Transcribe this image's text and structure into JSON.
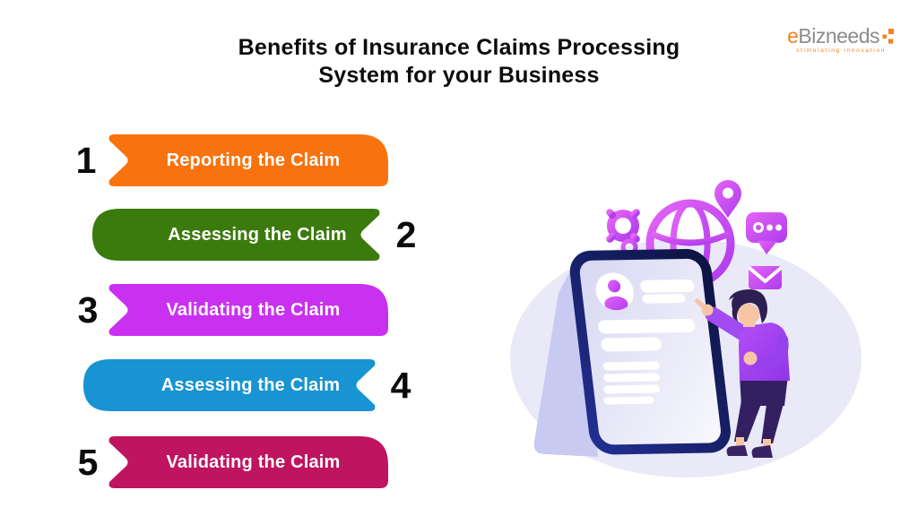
{
  "header": {
    "title_line1": "Benefits of Insurance Claims Processing",
    "title_line2": "System for your Business"
  },
  "logo": {
    "brand_prefix": "e",
    "brand_rest": "Bizneeds",
    "tagline": "stimulating innovation",
    "accent_color": "#f58220",
    "text_color": "#8a8c8e"
  },
  "steps": [
    {
      "number": "1",
      "label": "Reporting the Claim",
      "color": "#F8730F",
      "side": "left"
    },
    {
      "number": "2",
      "label": "Assessing the Claim",
      "color": "#3B7A0C",
      "side": "right"
    },
    {
      "number": "3",
      "label": "Validating the Claim",
      "color": "#C930F0",
      "side": "left"
    },
    {
      "number": "4",
      "label": "Assessing the Claim",
      "color": "#1794D1",
      "side": "right"
    },
    {
      "number": "5",
      "label": "Validating the Claim",
      "color": "#BF1460",
      "side": "left"
    }
  ],
  "illustration": {
    "icons": [
      "gear-icon",
      "small-gear-icon",
      "globe-icon",
      "location-pin-icon",
      "chat-bubble-icon",
      "envelope-icon",
      "user-avatar-icon"
    ],
    "palette": {
      "icon_magenta_light": "#E25DF6",
      "icon_magenta_dark": "#AE3BEC",
      "phone_frame": "#16204F",
      "phone_screen": "#E3E3F8",
      "blob": "#E9E9F8",
      "sweater": "#A24BF2",
      "pants": "#332061",
      "skin": "#F7C5A5"
    }
  }
}
